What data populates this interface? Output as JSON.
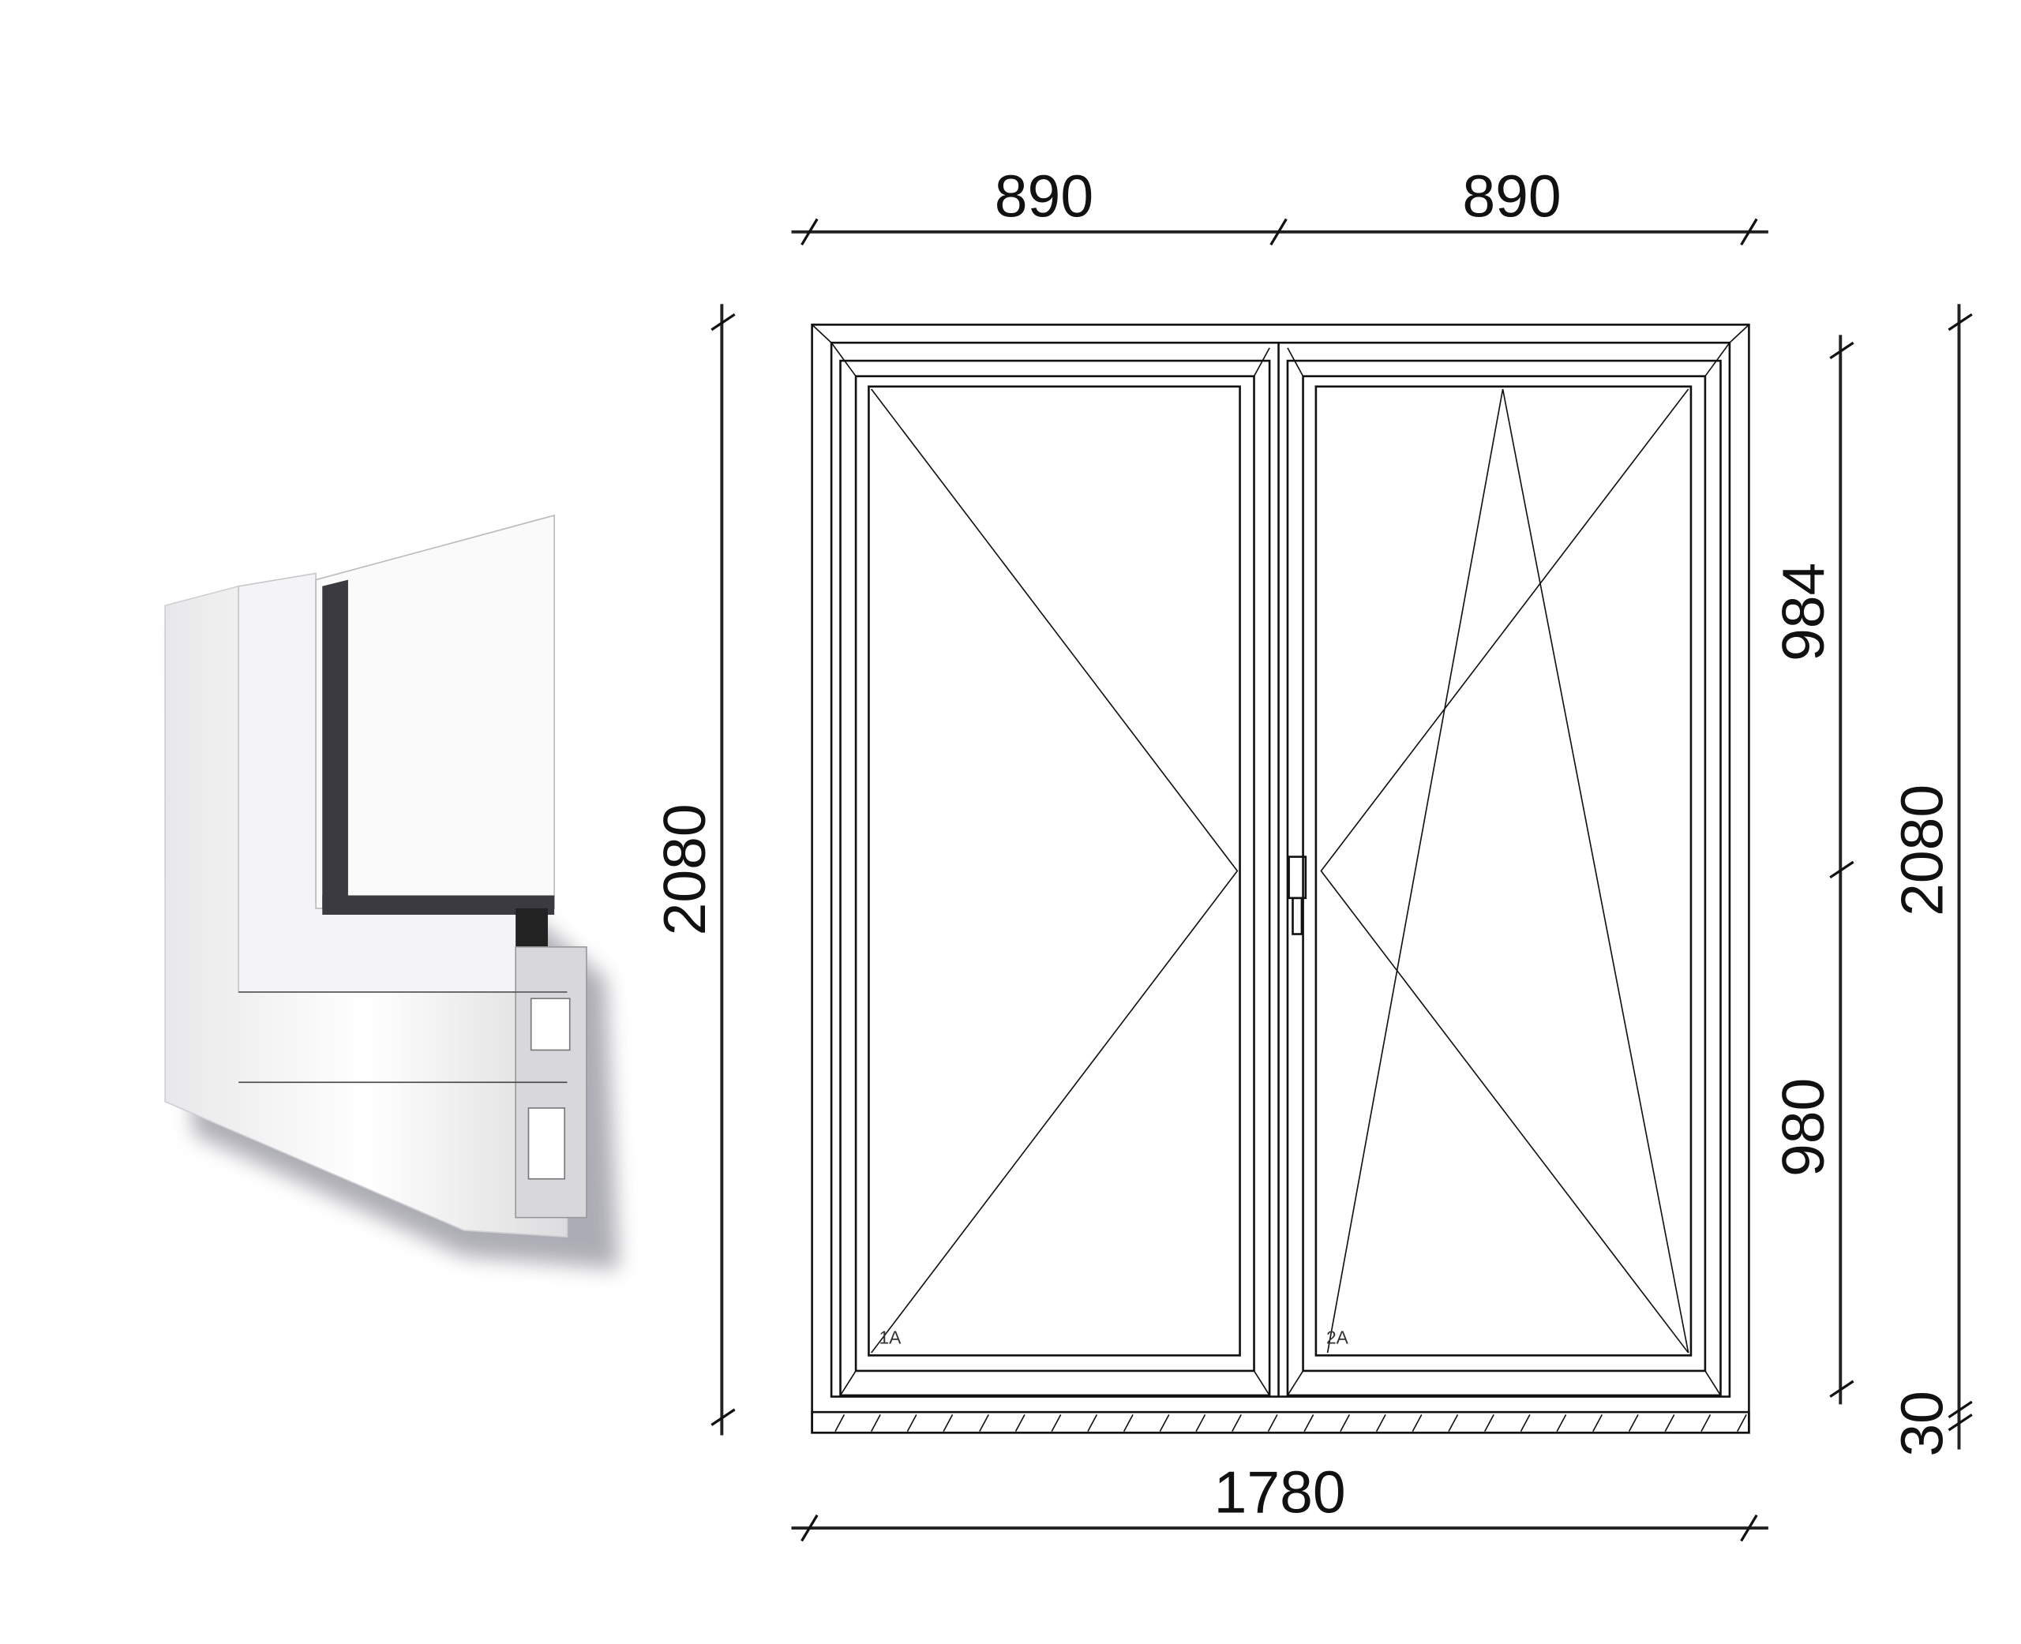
{
  "drawing": {
    "top_dimensions": [
      "890",
      "890"
    ],
    "bottom_dimension": "1780",
    "left_height": "2080",
    "right_segments": [
      "984",
      "980"
    ],
    "right_total_height": "2080",
    "sill_height": "30",
    "sash_labels": [
      "1A",
      "2A"
    ]
  },
  "profile_image": {
    "icon": "window-profile-cross-section"
  }
}
